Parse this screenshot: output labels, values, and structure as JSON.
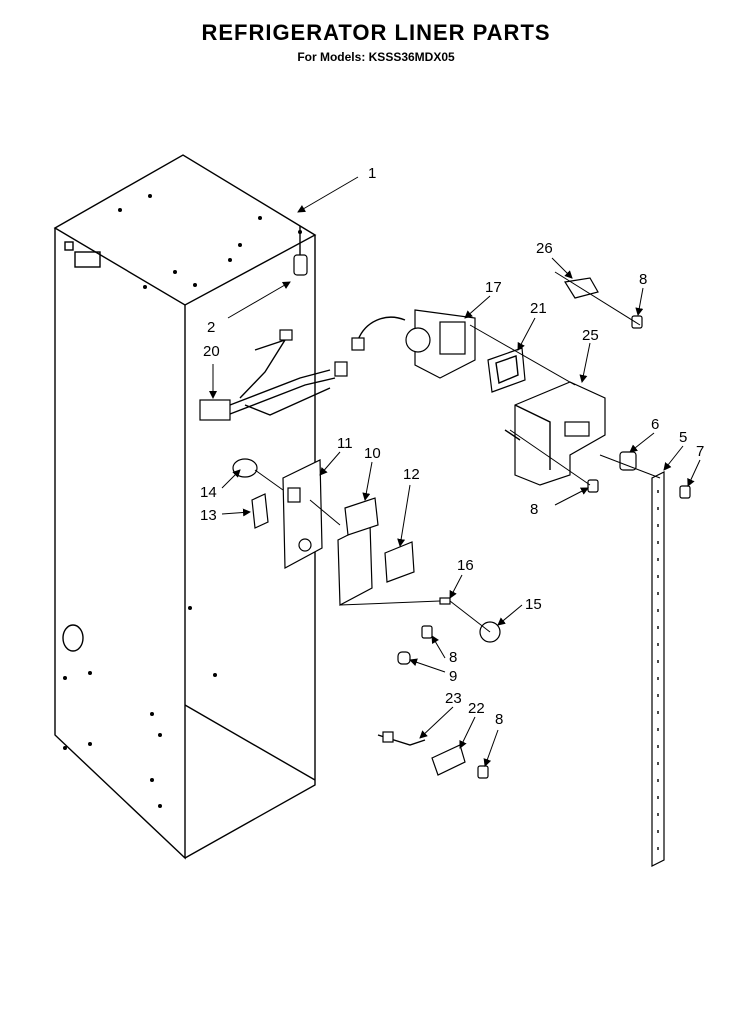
{
  "header": {
    "title": "REFRIGERATOR LINER PARTS",
    "subtitle": "For Models: KSSS36MDX05"
  },
  "callouts": [
    "1",
    "2",
    "20",
    "17",
    "21",
    "25",
    "26",
    "8",
    "6",
    "5",
    "7",
    "11",
    "10",
    "14",
    "13",
    "12",
    "16",
    "15",
    "8",
    "9",
    "8",
    "23",
    "22",
    "8"
  ]
}
